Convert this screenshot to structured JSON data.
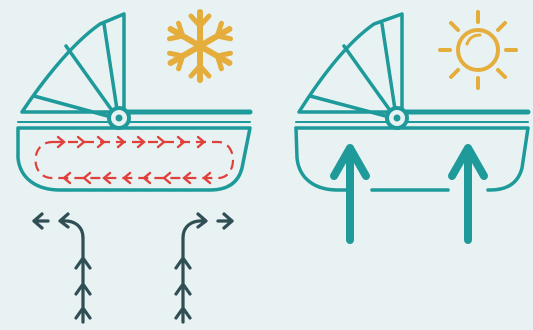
{
  "colors": {
    "background": "#e8f2f3",
    "teal": "#1e9a9a",
    "dark_slate": "#2f4f55",
    "red": "#e0403a",
    "gold": "#e5ad3c"
  },
  "panels": [
    {
      "name": "winter",
      "icon": "snowflake-icon",
      "airflow": "internal-circulation",
      "external_airflow": "diverted-around-sides"
    },
    {
      "name": "summer",
      "icon": "sun-icon",
      "airflow": "upward-through-base"
    }
  ]
}
